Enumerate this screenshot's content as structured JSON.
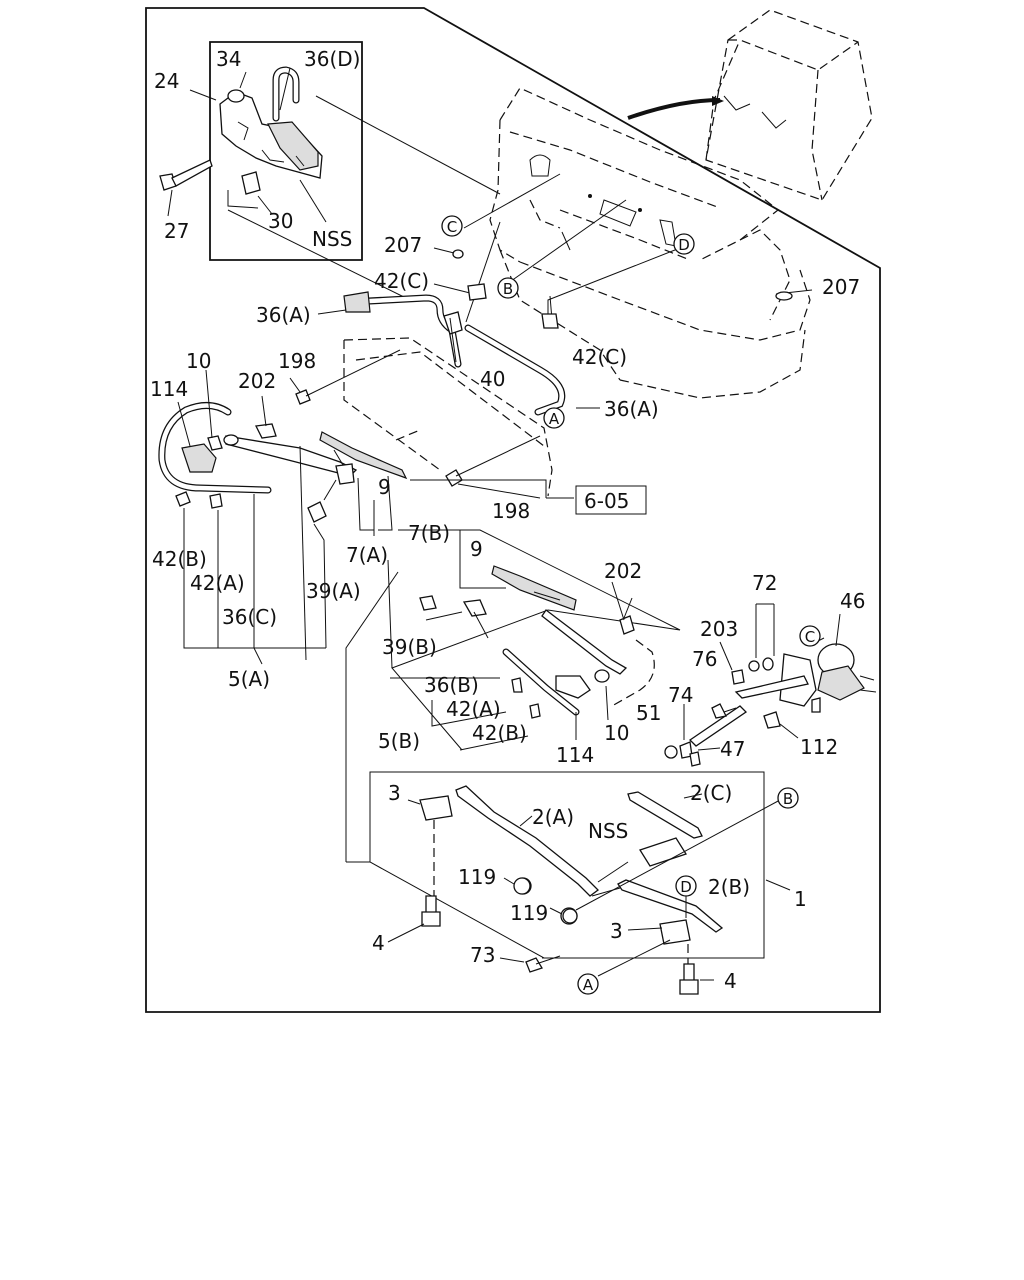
{
  "labels": {
    "l24": "24",
    "l34": "34",
    "l36d": "36(D)",
    "l27": "27",
    "l30": "30",
    "lnss1": "NSS",
    "l207a": "207",
    "l207b": "207",
    "l42c1": "42(C)",
    "l42c2": "42(C)",
    "l36a1": "36(A)",
    "l36a2": "36(A)",
    "l40": "40",
    "l10a": "10",
    "l198a": "198",
    "l202a": "202",
    "l114a": "114",
    "l9a": "9",
    "l198b": "198",
    "l605": "6-05",
    "l42b1": "42(B)",
    "l42a1": "42(A)",
    "l36c": "36(C)",
    "l39a": "39(A)",
    "l7a": "7(A)",
    "l5a": "5(A)",
    "l7b": "7(B)",
    "l9b": "9",
    "l202b": "202",
    "l39b": "39(B)",
    "l36b": "36(B)",
    "l42a2": "42(A)",
    "l42b2": "42(B)",
    "l5b": "5(B)",
    "l114b": "114",
    "l10b": "10",
    "l72": "72",
    "l46": "46",
    "l203": "203",
    "l76": "76",
    "l74": "74",
    "l51": "51",
    "l47": "47",
    "l112": "112",
    "l3a": "3",
    "l2a": "2(A)",
    "l2c": "2(C)",
    "lnss2": "NSS",
    "l119a": "119",
    "l119b": "119",
    "l2b": "2(B)",
    "l1": "1",
    "l3b": "3",
    "l4a": "4",
    "l73": "73",
    "l4b": "4"
  },
  "callouts": {
    "c1": "C",
    "d1": "D",
    "b1": "B",
    "a1": "A",
    "c2": "C",
    "b2": "B",
    "d2": "D",
    "a2": "A"
  },
  "icons": [
    "wiper-blade-icon",
    "wiper-arm-icon",
    "washer-tank-icon",
    "wiper-motor-icon",
    "linkage-rod-icon",
    "bolt-icon",
    "nut-icon",
    "hose-icon",
    "nozzle-icon",
    "clip-icon",
    "cab-icon"
  ]
}
